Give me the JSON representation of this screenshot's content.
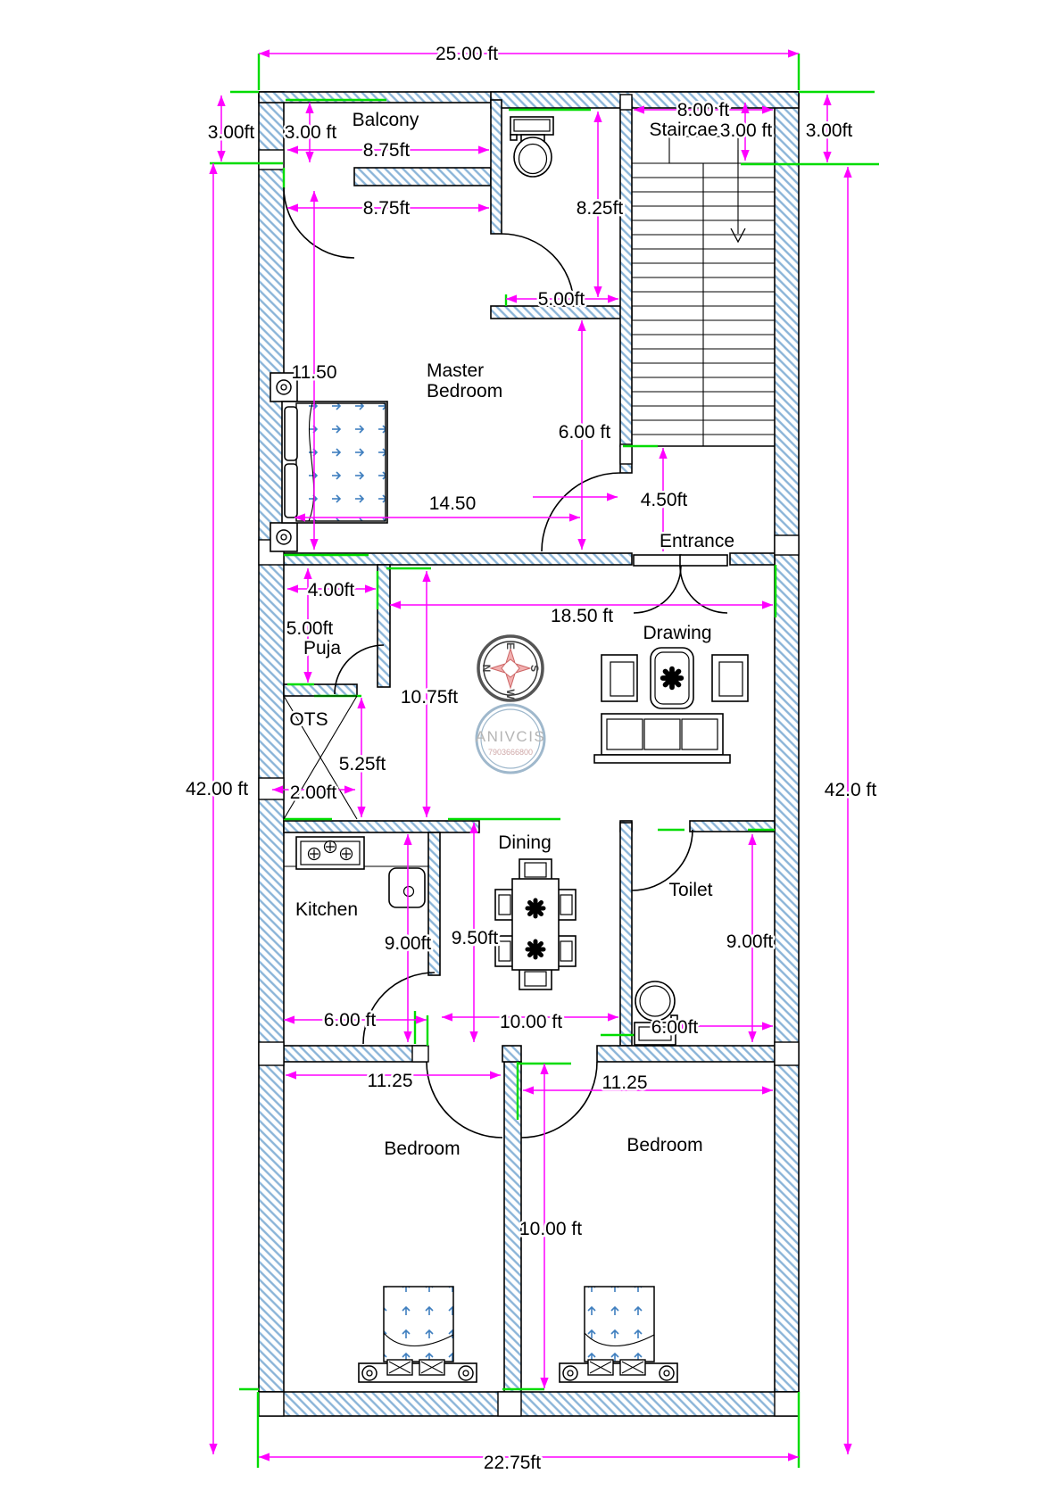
{
  "rooms": {
    "balcony": "Balcony",
    "staircase": "Staircae",
    "master_line1": "Master",
    "master_line2": "Bedroom",
    "entrance": "Entrance",
    "puja": "Puja",
    "ots": "OTS",
    "drawing": "Drawing",
    "kitchen": "Kitchen",
    "dining": "Dining",
    "toilet": "Toilet",
    "bedroom_left": "Bedroom",
    "bedroom_right": "Bedroom"
  },
  "dims": {
    "total_width": "25.00 ft",
    "left_height": "42.00 ft",
    "right_height": "42.0 ft",
    "bottom_width": "22.75ft",
    "left_top": "3.00ft",
    "balcony_h": "3.00 ft",
    "balcony_w_upper": "8.75ft",
    "balcony_w_lower": "8.75ft",
    "stair_w": "8.00 ft",
    "stair_top_h": "3.00 ft",
    "right_top": "3.00ft",
    "bath_h": "8.25ft",
    "bath_w": "5.00ft",
    "master_h": "11.50",
    "master_w": "14.50",
    "master_right_h": "6.00 ft",
    "entry_h": "4.50ft",
    "puja_w": "4.00ft",
    "puja_h": "5.00ft",
    "drawing_w": "18.50 ft",
    "drawing_h": "10.75ft",
    "ots_h": "5.25ft",
    "ots_w": "2.00ft",
    "kitchen_h": "9.00ft",
    "dining_h": "9.50ft",
    "toilet_h": "9.00ft",
    "kitchen_w": "6.00 ft",
    "dining_w": "10.00 ft",
    "toilet_w": "6.00ft",
    "bed_left_w": "11.25",
    "bed_right_w": "11.25",
    "bed_h": "10.00 ft"
  },
  "compass": {
    "n": "N",
    "e": "E",
    "s": "S",
    "w": "W"
  },
  "logo": {
    "brand": "ANIVCIS",
    "phone": "7903666800"
  },
  "colors": {
    "dimension": "#ff00ff",
    "accent": "#00dc00",
    "wall_hatch": "#8ab4d8",
    "outline": "#000000",
    "bed_pattern": "#3f7fbf"
  }
}
